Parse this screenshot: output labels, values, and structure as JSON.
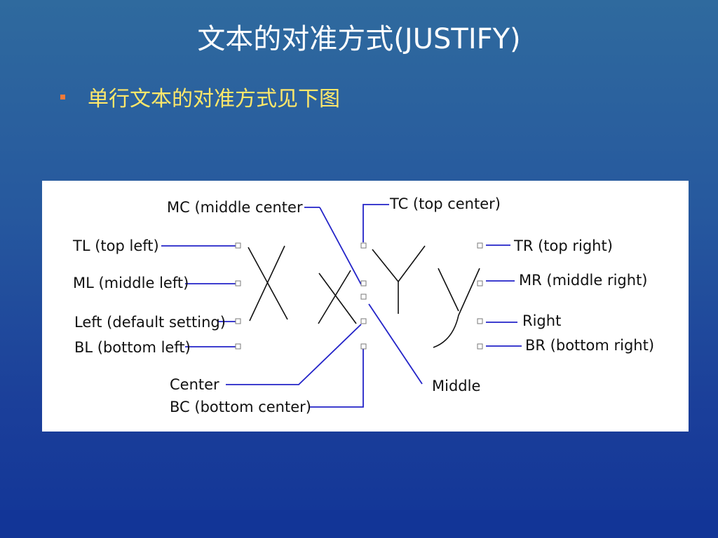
{
  "title": "文本的对准方式(JUSTIFY)",
  "bullets": [
    "单行文本的对准方式见下图"
  ],
  "colors": {
    "bullet_marker": "#f07a3a",
    "bullet_text": "#ffe86a",
    "connector": "#2323c8"
  },
  "diagram": {
    "sample_text": "xy",
    "labels": {
      "mc": "MC (middle center",
      "tc": "TC (top center)",
      "tl": "TL (top left)",
      "tr": "TR (top right)",
      "ml": "ML (middle left)",
      "mr": "MR (middle right)",
      "left": "Left (default setting)",
      "right": "Right",
      "bl": "BL (bottom left)",
      "br": "BR (bottom right)",
      "center": "Center",
      "middle": "Middle",
      "bc": "BC (bottom center)"
    }
  }
}
